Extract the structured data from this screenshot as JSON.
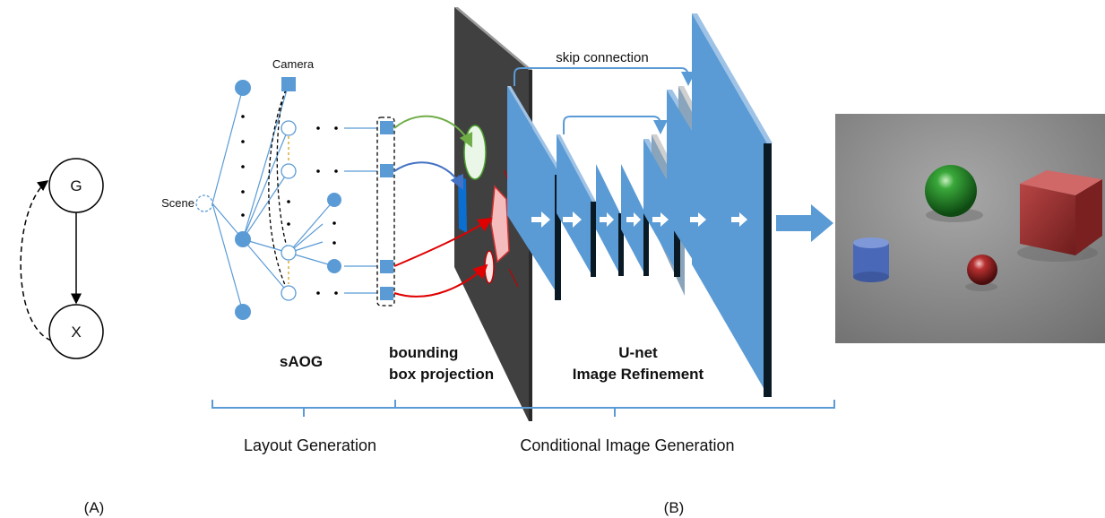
{
  "panel_a": {
    "node_g": "G",
    "node_x": "X",
    "caption": "(A)"
  },
  "panel_b": {
    "caption": "(B)",
    "scene_label": "Scene",
    "camera_label": "Camera",
    "saog_label": "sAOG",
    "bbox_label_line1": "bounding",
    "bbox_label_line2": "box projection",
    "unet_label_line1": "U-net",
    "unet_label_line2": "Image Refinement",
    "skip_label": "skip connection",
    "layout_generation": "Layout Generation",
    "conditional_generation": "Conditional Image Generation"
  },
  "colors": {
    "node_blue": "#5b9bd5",
    "line_blue": "#5b9bd5",
    "layer_blue": "#5b9bd5",
    "layer_dark": "#0a1a24",
    "canvas_dark": "#404040",
    "arrow_green": "#70ad47",
    "arrow_blue": "#4472c4",
    "arrow_red": "#e00000",
    "dash_orange": "#d4a017"
  },
  "render_objects": [
    "green-sphere",
    "red-cube",
    "red-sphere",
    "blue-cylinder"
  ]
}
